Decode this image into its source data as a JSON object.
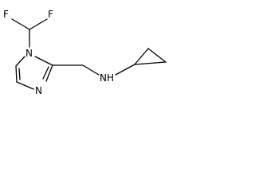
{
  "structure": {
    "atoms": {
      "fluorine_left": "F",
      "fluorine_right": "F",
      "nitrogen_ring_1": "N",
      "nitrogen_ring_3": "N",
      "amine_nitrogen": "N",
      "amine_hydrogen": "H"
    },
    "colors": {
      "bond": "#000000",
      "label": "#000000",
      "background": "#ffffff"
    }
  }
}
